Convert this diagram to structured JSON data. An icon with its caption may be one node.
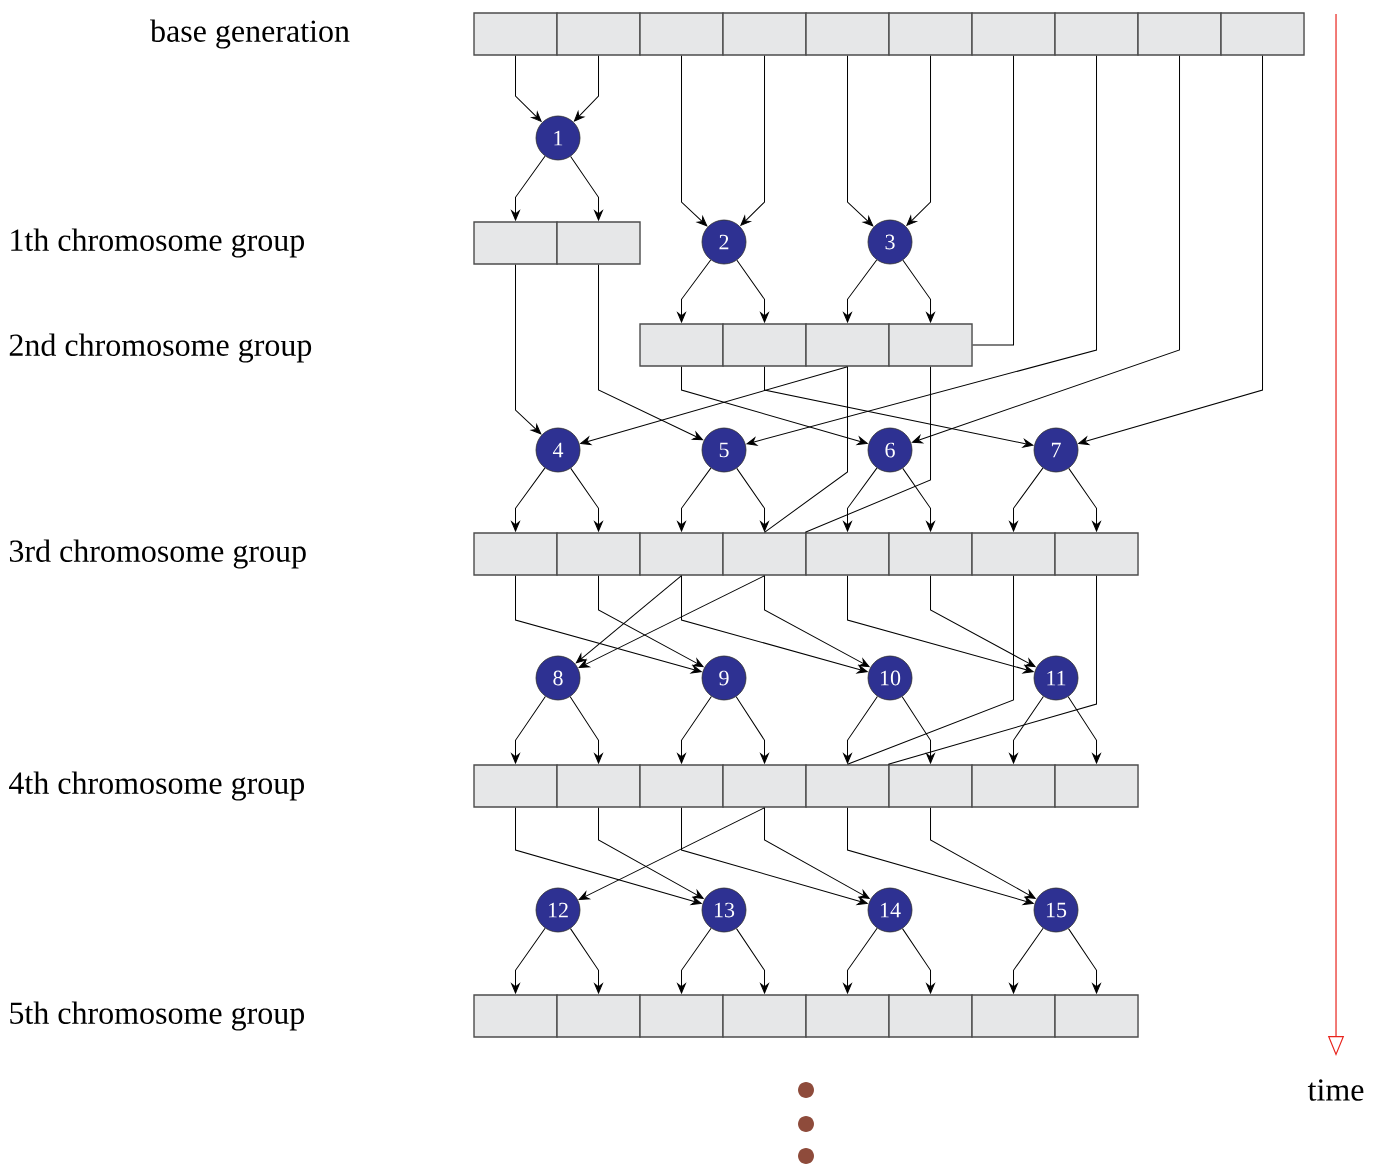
{
  "diagram": {
    "nodes": [
      {
        "text": [],
        "shape": "box"
      },
      {
        "text": [],
        "shape": "box"
      },
      {
        "text": [],
        "shape": "box"
      },
      {
        "text": [],
        "shape": "box"
      },
      {
        "text": [],
        "shape": "box"
      },
      {
        "text": [],
        "shape": "box"
      },
      {
        "text": [],
        "shape": "box"
      },
      {
        "text": [],
        "shape": "box"
      },
      {
        "text": [],
        "shape": "box"
      },
      {
        "text": [],
        "shape": "box"
      },
      {
        "text": [
          "1"
        ]
      },
      {
        "text": [],
        "shape": "box"
      },
      {
        "text": [],
        "shape": "box"
      },
      {
        "text": [
          "2"
        ]
      },
      {
        "text": [
          "3"
        ]
      },
      {
        "text": [],
        "shape": "box"
      },
      {
        "text": [],
        "shape": "box"
      },
      {
        "text": [],
        "shape": "box"
      },
      {
        "text": [],
        "shape": "box"
      },
      {
        "text": [
          "4"
        ]
      },
      {
        "text": [
          "5"
        ]
      },
      {
        "text": [
          "6"
        ]
      },
      {
        "text": [
          "7"
        ]
      },
      {
        "text": [],
        "shape": "box"
      },
      {
        "text": [],
        "shape": "box"
      },
      {
        "text": [],
        "shape": "box"
      },
      {
        "text": [],
        "shape": "box"
      },
      {
        "text": [],
        "shape": "box"
      },
      {
        "text": [],
        "shape": "box"
      },
      {
        "text": [],
        "shape": "box"
      },
      {
        "text": [],
        "shape": "box"
      },
      {
        "text": [
          "8"
        ]
      },
      {
        "text": [
          "9"
        ]
      },
      {
        "text": [
          "10"
        ]
      },
      {
        "text": [
          "11"
        ]
      },
      {
        "text": [],
        "shape": "box"
      },
      {
        "text": [],
        "shape": "box"
      },
      {
        "text": [],
        "shape": "box"
      },
      {
        "text": [],
        "shape": "box"
      },
      {
        "text": [],
        "shape": "box"
      },
      {
        "text": [],
        "shape": "box"
      },
      {
        "text": [],
        "shape": "box"
      },
      {
        "text": [],
        "shape": "box"
      },
      {
        "text": [
          "12"
        ]
      },
      {
        "text": [
          "13"
        ]
      },
      {
        "text": [
          "14"
        ]
      },
      {
        "text": [
          "15"
        ]
      },
      {
        "text": [],
        "shape": "box"
      },
      {
        "text": [],
        "shape": "box"
      },
      {
        "text": [],
        "shape": "box"
      },
      {
        "text": [],
        "shape": "box"
      },
      {
        "text": [],
        "shape": "box"
      },
      {
        "text": [],
        "shape": "box"
      },
      {
        "text": [],
        "shape": "box"
      },
      {
        "text": [],
        "shape": "box"
      }
    ],
    "edges": [
      {
        "from": 0,
        "to": 10,
        "arrow": "to"
      },
      {
        "from": 1,
        "to": 10,
        "arrow": "to"
      },
      {
        "from": 10,
        "to": 11,
        "arrow": "to"
      },
      {
        "from": 10,
        "to": 12,
        "arrow": "to"
      },
      {
        "from": 2,
        "to": 13,
        "arrow": "to"
      },
      {
        "from": 3,
        "to": 13,
        "arrow": "to"
      },
      {
        "from": 4,
        "to": 14,
        "arrow": "to"
      },
      {
        "from": 5,
        "to": 14,
        "arrow": "to"
      },
      {
        "from": 13,
        "to": 15,
        "arrow": "to"
      },
      {
        "from": 13,
        "to": 16,
        "arrow": "to"
      },
      {
        "from": 14,
        "to": 17,
        "arrow": "to"
      },
      {
        "from": 14,
        "to": 18,
        "arrow": "to"
      },
      {
        "from": 6,
        "to": 18,
        "arrow": "none"
      },
      {
        "from": 11,
        "to": 19,
        "arrow": "to"
      },
      {
        "from": 17,
        "to": 19,
        "arrow": "to"
      },
      {
        "from": 12,
        "to": 20,
        "arrow": "to"
      },
      {
        "from": 7,
        "to": 20,
        "arrow": "to"
      },
      {
        "from": 15,
        "to": 21,
        "arrow": "to"
      },
      {
        "from": 8,
        "to": 21,
        "arrow": "to"
      },
      {
        "from": 16,
        "to": 22,
        "arrow": "to"
      },
      {
        "from": 9,
        "to": 22,
        "arrow": "to"
      },
      {
        "from": 19,
        "to": 23,
        "arrow": "to"
      },
      {
        "from": 19,
        "to": 24,
        "arrow": "to"
      },
      {
        "from": 20,
        "to": 25,
        "arrow": "to"
      },
      {
        "from": 20,
        "to": 26,
        "arrow": "to"
      },
      {
        "from": 21,
        "to": 27,
        "arrow": "to"
      },
      {
        "from": 21,
        "to": 28,
        "arrow": "to"
      },
      {
        "from": 22,
        "to": 29,
        "arrow": "to"
      },
      {
        "from": 22,
        "to": 30,
        "arrow": "to"
      },
      {
        "from": 17,
        "to": 26,
        "arrow": "none"
      },
      {
        "from": 18,
        "to": 27,
        "arrow": "none"
      },
      {
        "from": 23,
        "to": 32,
        "arrow": "to"
      },
      {
        "from": 24,
        "to": 32,
        "arrow": "to"
      },
      {
        "from": 25,
        "to": 31,
        "arrow": "to"
      },
      {
        "from": 26,
        "to": 31,
        "arrow": "to"
      },
      {
        "from": 25,
        "to": 33,
        "arrow": "to"
      },
      {
        "from": 26,
        "to": 33,
        "arrow": "to"
      },
      {
        "from": 27,
        "to": 34,
        "arrow": "to"
      },
      {
        "from": 28,
        "to": 34,
        "arrow": "to"
      },
      {
        "from": 29,
        "to": 39,
        "arrow": "none"
      },
      {
        "from": 30,
        "to": 40,
        "arrow": "none"
      },
      {
        "from": 31,
        "to": 35,
        "arrow": "to"
      },
      {
        "from": 31,
        "to": 36,
        "arrow": "to"
      },
      {
        "from": 32,
        "to": 37,
        "arrow": "to"
      },
      {
        "from": 32,
        "to": 38,
        "arrow": "to"
      },
      {
        "from": 33,
        "to": 39,
        "arrow": "to"
      },
      {
        "from": 33,
        "to": 40,
        "arrow": "to"
      },
      {
        "from": 34,
        "to": 41,
        "arrow": "to"
      },
      {
        "from": 34,
        "to": 42,
        "arrow": "to"
      },
      {
        "from": 38,
        "to": 43,
        "arrow": "to"
      },
      {
        "from": 35,
        "to": 44,
        "arrow": "to"
      },
      {
        "from": 36,
        "to": 44,
        "arrow": "to"
      },
      {
        "from": 37,
        "to": 45,
        "arrow": "to"
      },
      {
        "from": 38,
        "to": 45,
        "arrow": "to"
      },
      {
        "from": 39,
        "to": 46,
        "arrow": "to"
      },
      {
        "from": 40,
        "to": 46,
        "arrow": "to"
      },
      {
        "from": 43,
        "to": 47,
        "arrow": "to"
      },
      {
        "from": 43,
        "to": 48,
        "arrow": "to"
      },
      {
        "from": 44,
        "to": 49,
        "arrow": "to"
      },
      {
        "from": 44,
        "to": 50,
        "arrow": "to"
      },
      {
        "from": 45,
        "to": 51,
        "arrow": "to"
      },
      {
        "from": 45,
        "to": 52,
        "arrow": "to"
      },
      {
        "from": 46,
        "to": 53,
        "arrow": "to"
      },
      {
        "from": 46,
        "to": 54,
        "arrow": "to"
      }
    ],
    "labels": [
      "base generation",
      "1th chromosome group",
      "2nd chromosome group",
      "3rd chromosome group",
      "4th chromosome group",
      "5th chromosome group",
      "time"
    ]
  }
}
